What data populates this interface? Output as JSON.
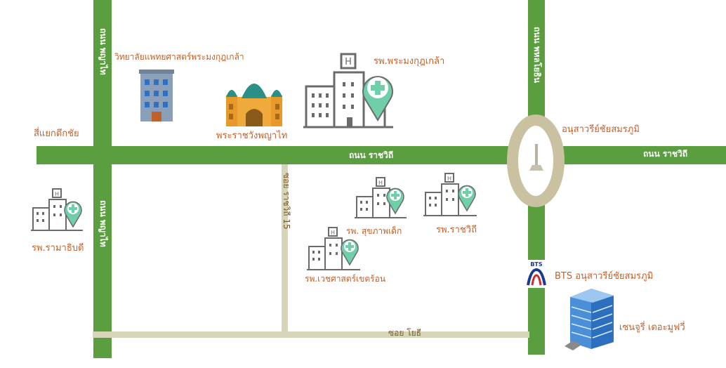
{
  "roads": {
    "rajawithi_west": "ถนน ราชวิถี",
    "rajawithi_east": "ถนน ราชวิถี",
    "phayathai_top": "ถนน พญาไท",
    "phayathai_bottom": "ถนน พญาไท",
    "phahonyothin": "ถนน พหลโยธิน",
    "soi_rajawithi_15": "ซอย ราชวิถี 15",
    "soi_yothi": "ซอย โยธี"
  },
  "places": {
    "college": "วิทยาลัยแพทยศาสตร์พระมงกุฎเกล้า",
    "palace": "พระราชวังพญาไท",
    "phramongkut_hospital": "รพ.พระมงกุฎเกล้า",
    "sikyak": "สี่แยกตึกชัย",
    "ramathibodi": "รพ.รามาธิบดี",
    "children_hospital": "รพ. สุขภาพเด็ก",
    "rajawithi_hospital": "รพ.ราชวิถี",
    "tropical_hospital": "รพ.เวชศาสตร์เขตร้อน",
    "victory_monument": "อนุสาวรีย์ชัยสมรภูมิ",
    "bts_station": "BTS อนุสาวรีย์ชัยสมรภูมิ",
    "bts_logo": "BTS",
    "century": "เซนจูรี่ เดอะมูฟวี่"
  },
  "colors": {
    "road": "#5a9e3f",
    "lane": "#d7d5b8",
    "label": "#c0612b",
    "hospital_icon": "#6b6b6b",
    "pin": "#6fcfa8"
  }
}
